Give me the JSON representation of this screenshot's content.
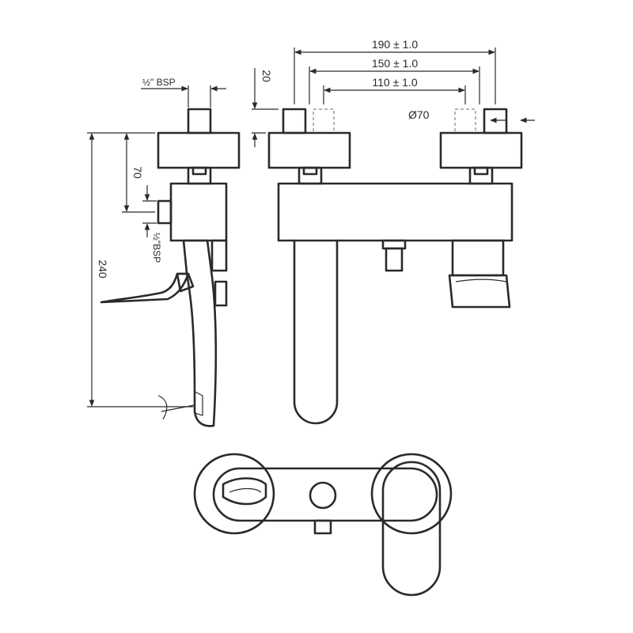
{
  "dimensions": {
    "width_190": "190 ± 1.0",
    "width_150": "150 ± 1.0",
    "width_110": "110 ± 1.0",
    "diameter": "Ø70",
    "offset_20": "20",
    "height_70": "70",
    "height_240": "240",
    "bsp_top": "½\" BSP",
    "bsp_side": "½\"BSP"
  },
  "colors": {
    "line": "#2a2a2a",
    "hidden": "#8a8a8a",
    "background": "#ffffff"
  }
}
